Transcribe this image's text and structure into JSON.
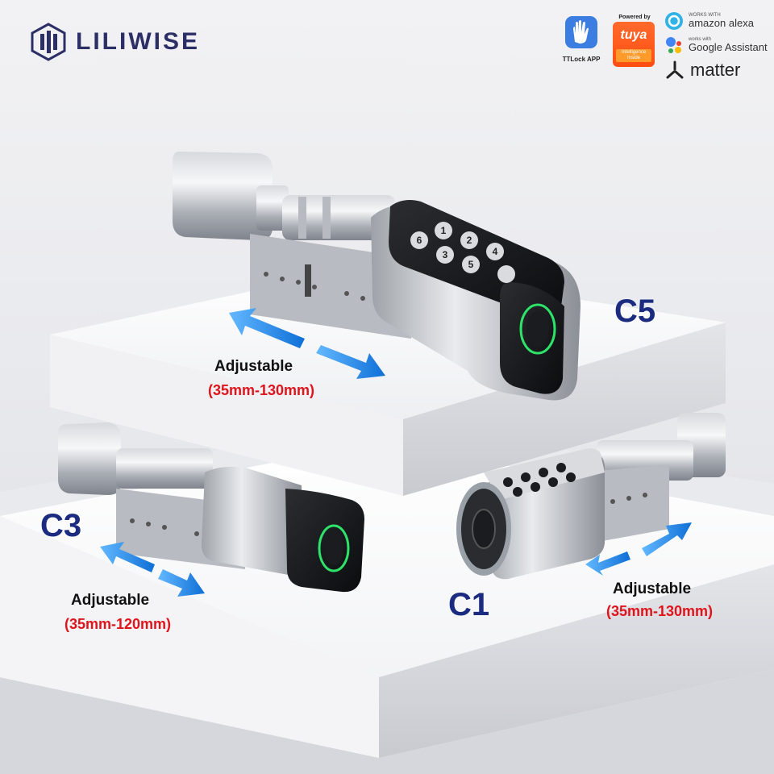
{
  "brand": {
    "name": "LILIWISE"
  },
  "badges": {
    "ttlock": {
      "caption": "TTLock APP"
    },
    "tuya": {
      "top": "Powered by",
      "word": "tuya",
      "sub": "Intelligence Inside"
    },
    "alexa": {
      "small": "WORKS WITH",
      "big": "amazon alexa"
    },
    "google": {
      "small": "works with",
      "big": "Google Assistant"
    },
    "matter": {
      "word": "matter"
    }
  },
  "products": [
    {
      "model": "C5",
      "adjust_label": "Adjustable",
      "range": "(35mm-130mm)"
    },
    {
      "model": "C3",
      "adjust_label": "Adjustable",
      "range": "(35mm-120mm)"
    },
    {
      "model": "C1",
      "adjust_label": "Adjustable",
      "range": "(35mm-130mm)"
    }
  ],
  "keypad_c5": [
    "1",
    "2",
    "4",
    "3",
    "5",
    "6"
  ],
  "colors": {
    "brand": "#2c2f66",
    "model": "#1b2b80",
    "range": "#e0141b",
    "arrow": "#1e8de6",
    "fingerprint": "#2ee36a"
  },
  "icons": [
    "brand-logo-icon",
    "ttlock-hand-icon",
    "alexa-icon",
    "google-assistant-icon",
    "matter-icon",
    "fingerprint-icon",
    "arrow-left-icon",
    "arrow-right-icon"
  ]
}
